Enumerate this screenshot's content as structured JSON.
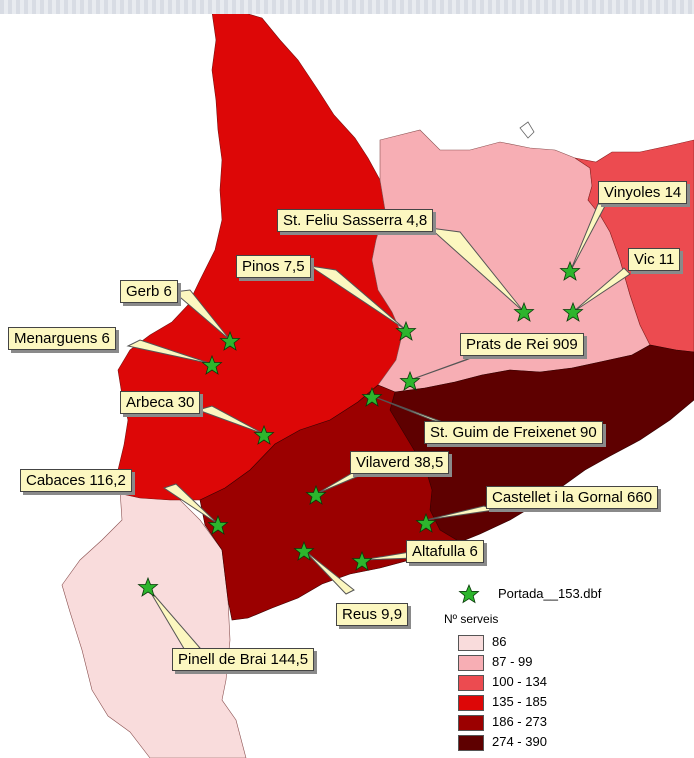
{
  "colors": {
    "class_1": "#f9dcdc",
    "class_2": "#f7aeb4",
    "class_3": "#ec4b50",
    "class_4": "#dd0707",
    "class_5": "#9b0000",
    "class_6": "#5e0000",
    "callout_bg": "#fcf7c0",
    "star": "#2db52d"
  },
  "callouts": [
    {
      "id": "vinyoles",
      "text": "Vinyoles 14"
    },
    {
      "id": "st-feliu",
      "text": "St. Feliu Sasserra 4,8"
    },
    {
      "id": "vic",
      "text": "Vic 11"
    },
    {
      "id": "pinos",
      "text": "Pinos 7,5"
    },
    {
      "id": "gerb",
      "text": "Gerb 6"
    },
    {
      "id": "menarguens",
      "text": "Menarguens 6"
    },
    {
      "id": "prats",
      "text": "Prats de Rei 909"
    },
    {
      "id": "arbeca",
      "text": "Arbeca 30"
    },
    {
      "id": "st-guim",
      "text": "St. Guim de Freixenet 90"
    },
    {
      "id": "vilaverd",
      "text": "Vilaverd 38,5"
    },
    {
      "id": "cabaces",
      "text": "Cabaces 116,2"
    },
    {
      "id": "castellet",
      "text": "Castellet i la Gornal 660"
    },
    {
      "id": "altafulla",
      "text": "Altafulla 6"
    },
    {
      "id": "reus",
      "text": "Reus  9,9"
    },
    {
      "id": "pinell",
      "text": "Pinell de Brai  144,5"
    }
  ],
  "legend": {
    "points_layer": "Portada__153.dbf",
    "field": "Nº serveis",
    "classes": [
      {
        "label": "86",
        "color_key": "class_1"
      },
      {
        "label": "87 - 99",
        "color_key": "class_2"
      },
      {
        "label": "100 - 134",
        "color_key": "class_3"
      },
      {
        "label": "135 - 185",
        "color_key": "class_4"
      },
      {
        "label": "186 - 273",
        "color_key": "class_5"
      },
      {
        "label": "274 - 390",
        "color_key": "class_6"
      }
    ]
  }
}
